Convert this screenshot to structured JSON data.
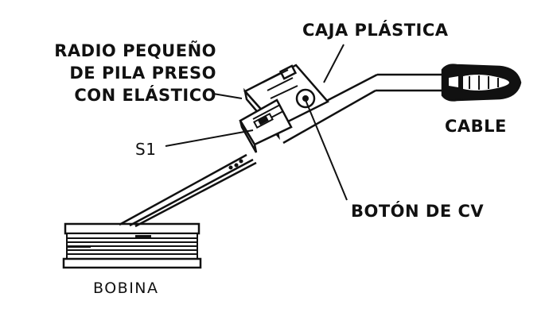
{
  "labels": {
    "caja_plastica": "CAJA PLÁSTICA",
    "radio_line1": "RADIO PEQUEÑO",
    "radio_line2": "DE PILA PRESO",
    "radio_line3": "CON ELÁSTICO",
    "cable": "CABLE",
    "s1": "S1",
    "boton_cv": "BOTÓN DE CV",
    "bobina": "BOBINA"
  },
  "colors": {
    "ink": "#111111",
    "background": "#ffffff"
  }
}
